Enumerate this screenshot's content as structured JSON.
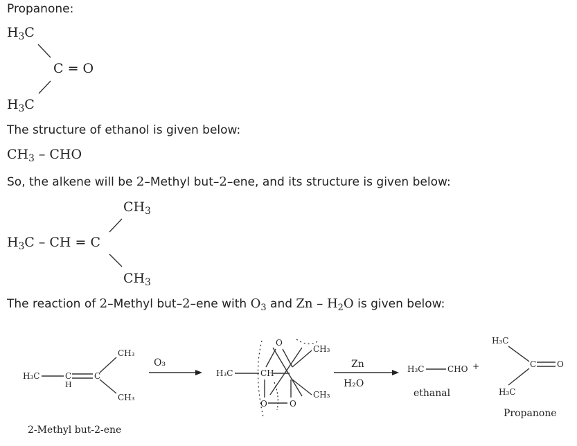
{
  "heading_propanone": "Propanone:",
  "propanone_struct": {
    "top_group": "H",
    "top_sub": "3",
    "top_tail": "C",
    "center": "C = O",
    "bottom_group": "H",
    "bottom_sub": "3",
    "bottom_tail": "C"
  },
  "ethanol_sentence": "The structure of ethanol is given below:",
  "ethanal_formula": {
    "a": "CH",
    "a_sub": "3",
    "b": " – CHO"
  },
  "alkene_sentence": {
    "pre": "So, the alkene will be ",
    "n1": "2",
    "mid1": "–Methyl but–",
    "n2": "2",
    "post": "–ene, and its structure is given below:"
  },
  "alkene_struct": {
    "top": "CH",
    "top_sub": "3",
    "left_a": "H",
    "left_sub": "3",
    "left_b": "C – CH = C",
    "bottom": "CH",
    "bottom_sub": "3"
  },
  "reaction_sentence": {
    "pre": "The reaction of ",
    "n1": "2",
    "mid1": "–Methyl but–",
    "n2": "2",
    "mid2": "–ene with ",
    "o3": "O",
    "o3_sub": "3",
    "mid3": " and ",
    "zn": "Zn – H",
    "zn_sub": "2",
    "zn_tail": "O",
    "post": " is given below:"
  },
  "reaction_figure": {
    "reactant_h3c": "H₃C",
    "reactant_c1": "C",
    "reactant_h": "H",
    "reactant_c2": "C",
    "reactant_ch3_top": "CH₃",
    "reactant_ch3_bottom": "CH₃",
    "reactant_name": "2-Methyl but-2-ene",
    "reagent_1": "O₃",
    "ozonide_h3c": "H₃C",
    "ozonide_ch": "CH",
    "ozonide_ch3_top": "CH₃",
    "ozonide_ch3_bottom": "CH₃",
    "ozonide_o_top": "O",
    "ozonide_o_bottom_left": "O",
    "ozonide_o_bottom_right": "O",
    "reagent_2_top": "Zn",
    "reagent_2_bottom": "H₂O",
    "product_1": "H₃C",
    "product_1_tail": "CHO",
    "plus": "+",
    "product_1_name": "ethanal",
    "product_2_top": "H₃C",
    "product_2_bottom": "H₃C",
    "product_2_co": "C",
    "product_2_o": "O",
    "product_2_name": "Propanone"
  }
}
